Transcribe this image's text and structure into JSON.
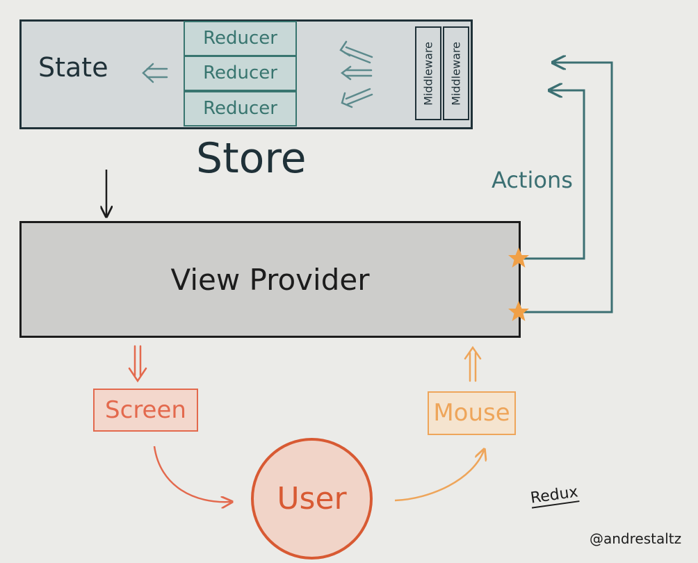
{
  "store": {
    "title": "Store",
    "state_label": "State",
    "reducers": [
      "Reducer",
      "Reducer",
      "Reducer"
    ],
    "middlewares": [
      "Middleware",
      "Middleware"
    ]
  },
  "view_provider": {
    "label": "View Provider"
  },
  "actions_label": "Actions",
  "screen_label": "Screen",
  "mouse_label": "Mouse",
  "user_label": "User",
  "redux_label": "Redux",
  "author_label": "@andrestaltz",
  "colors": {
    "store_fill": "#d4d9da",
    "store_stroke": "#1f3138",
    "reducer_color": "#38756f",
    "actions_color": "#3b6f72",
    "view_fill": "#cdcdcb",
    "screen_color": "#e3694d",
    "mouse_color": "#eea55a",
    "user_color": "#d85a33",
    "star_color": "#f0a047"
  },
  "icons": [
    "left-double-arrow-icon",
    "down-arrow-icon",
    "star-icon"
  ]
}
